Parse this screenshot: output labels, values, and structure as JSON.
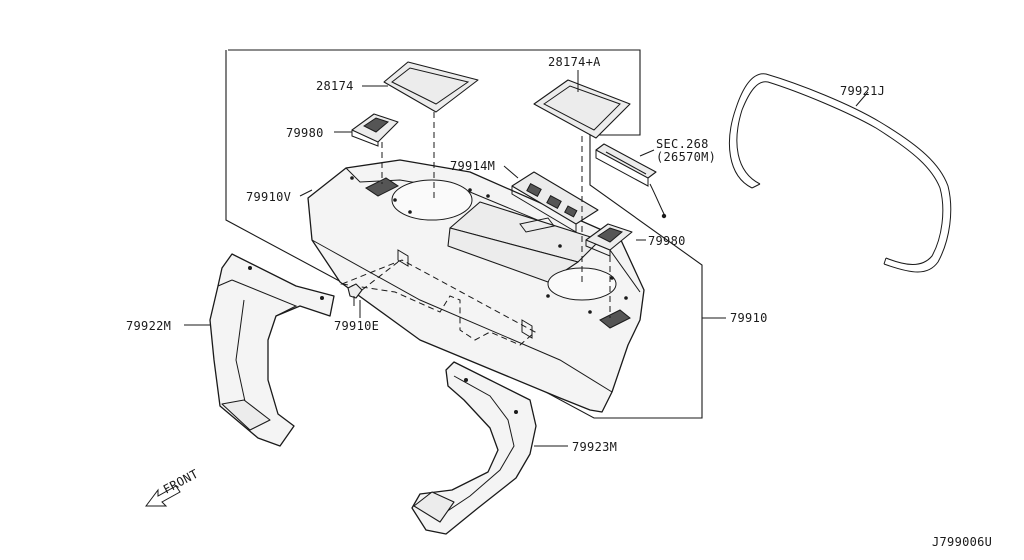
{
  "diagram": {
    "labels": {
      "p28174": "28174",
      "p28174a": "28174+A",
      "p79980_top": "79980",
      "p79980_right": "79980",
      "p79914m": "79914M",
      "p79910v": "79910V",
      "sec268": "SEC.268",
      "sec268_sub": "(26570M)",
      "p79921j": "79921J",
      "p79922m": "79922M",
      "p79910e": "79910E",
      "p79910": "79910",
      "p79923m": "79923M",
      "front": "FRONT",
      "drawing_id": "J799006U"
    }
  }
}
